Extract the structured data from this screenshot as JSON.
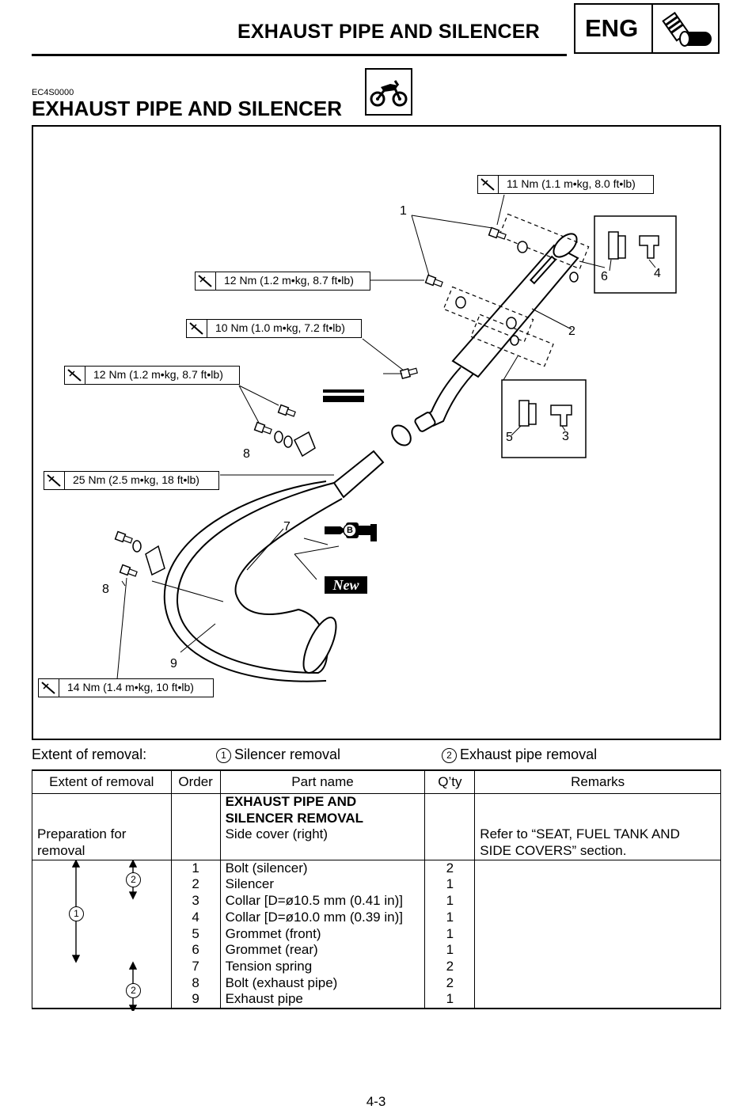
{
  "header": {
    "title": "EXHAUST PIPE AND SILENCER",
    "tab_label": "ENG"
  },
  "section": {
    "code": "EC4S0000",
    "title": "EXHAUST PIPE AND SILENCER"
  },
  "torque_specs": [
    "11 Nm (1.1 m•kg, 8.0 ft•lb)",
    "12 Nm (1.2 m•kg, 8.7 ft•lb)",
    "10 Nm (1.0 m•kg, 7.2 ft•lb)",
    "12 Nm (1.2 m•kg, 8.7 ft•lb)",
    "25 Nm (2.5 m•kg, 18 ft•lb)",
    "14 Nm (1.4 m•kg, 10 ft•lb)"
  ],
  "callouts": [
    "1",
    "2",
    "3",
    "4",
    "5",
    "6",
    "7",
    "8",
    "8",
    "9"
  ],
  "labels": {
    "new": "New",
    "lube": "B"
  },
  "extent": {
    "label": "Extent of removal:",
    "opt1_num": "1",
    "opt1_text": "Silencer removal",
    "opt2_num": "2",
    "opt2_text": "Exhaust pipe removal"
  },
  "table": {
    "headers": [
      "Extent of removal",
      "Order",
      "Part name",
      "Q’ty",
      "Remarks"
    ],
    "prep": {
      "extent_lines": [
        "Preparation for",
        "removal"
      ],
      "part_lines": [
        "EXHAUST PIPE AND",
        "SILENCER REMOVAL",
        "Side cover (right)"
      ],
      "remark_lines": [
        "Refer to “SEAT, FUEL TANK AND",
        "SIDE COVERS” section."
      ]
    },
    "marker_labels": [
      "2",
      "1",
      "2"
    ],
    "rows": [
      {
        "order": "1",
        "part": "Bolt (silencer)",
        "qty": "2"
      },
      {
        "order": "2",
        "part": "Silencer",
        "qty": "1"
      },
      {
        "order": "3",
        "part": "Collar [D=ø10.5 mm (0.41 in)]",
        "qty": "1"
      },
      {
        "order": "4",
        "part": "Collar [D=ø10.0 mm (0.39 in)]",
        "qty": "1"
      },
      {
        "order": "5",
        "part": "Grommet (front)",
        "qty": "1"
      },
      {
        "order": "6",
        "part": "Grommet (rear)",
        "qty": "1"
      },
      {
        "order": "7",
        "part": "Tension spring",
        "qty": "2"
      },
      {
        "order": "8",
        "part": "Bolt (exhaust pipe)",
        "qty": "2"
      },
      {
        "order": "9",
        "part": "Exhaust pipe",
        "qty": "1"
      }
    ]
  },
  "page_number": "4-3"
}
